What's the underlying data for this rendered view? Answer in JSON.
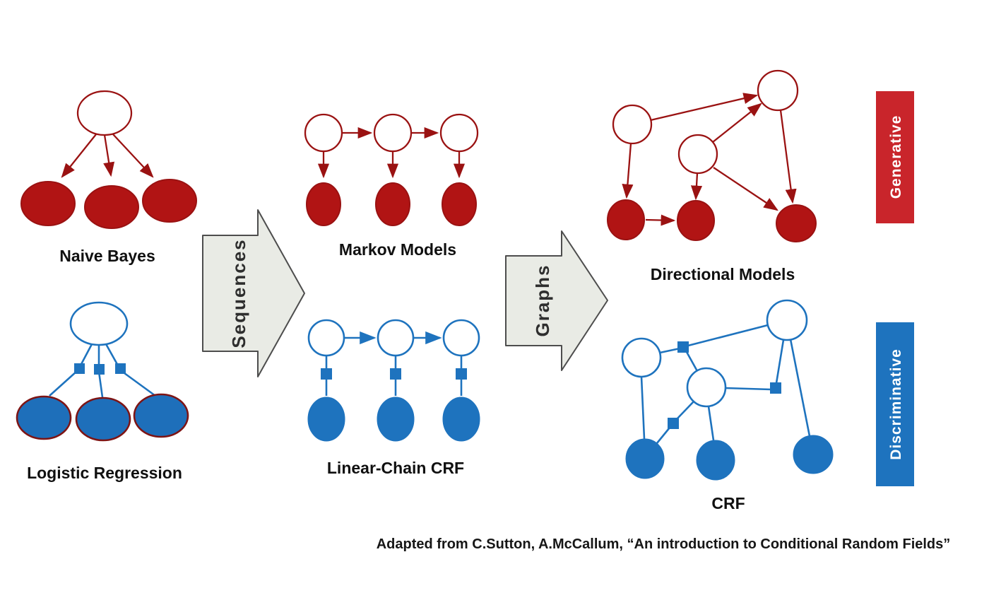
{
  "labels": {
    "naive_bayes": "Naive Bayes",
    "logistic_regression": "Logistic Regression",
    "markov_models": "Markov Models",
    "linear_chain_crf": "Linear-Chain CRF",
    "directional_models": "Directional Models",
    "crf": "CRF"
  },
  "flow_arrows": {
    "sequences": "Sequences",
    "graphs": "Graphs"
  },
  "banners": {
    "generative": {
      "label": "Generative",
      "color": "#C9252B"
    },
    "discriminative": {
      "label": "Discriminative",
      "color": "#1E73BE"
    }
  },
  "attribution": "Adapted from C.Sutton, A.McCallum, “An introduction to Conditional Random Fields”",
  "colors": {
    "generative_node_fill": "#B11414",
    "generative_stroke": "#9A1212",
    "discriminative_blue": "#1E73BE",
    "logistic_node_rim": "#7E1414",
    "flow_arrow_fill": "#E9EBE5",
    "flow_arrow_stroke": "#4D4D4D"
  }
}
